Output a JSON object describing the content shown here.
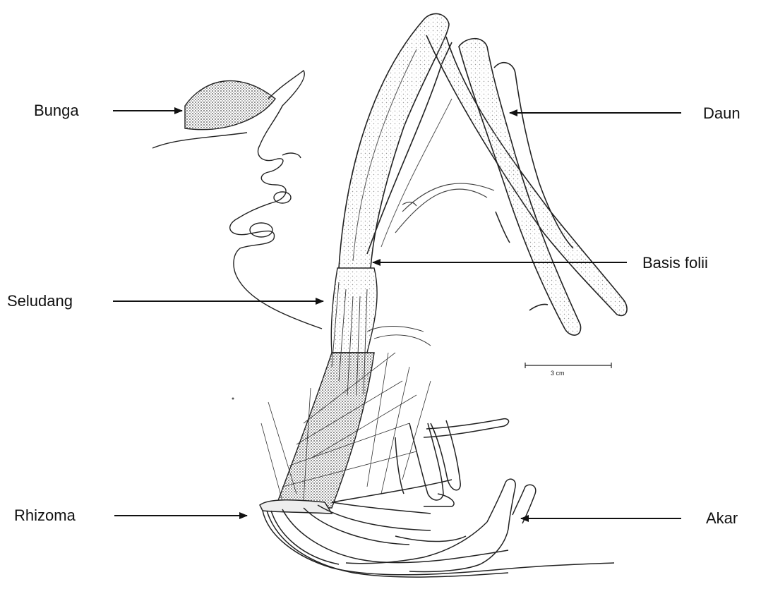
{
  "labels": {
    "bunga": "Bunga",
    "daun": "Daun",
    "basis_folii": "Basis folii",
    "seludang": "Seludang",
    "rhizoma": "Rhizoma",
    "akar": "Akar"
  },
  "scale_bar": {
    "label": "3 cm"
  }
}
